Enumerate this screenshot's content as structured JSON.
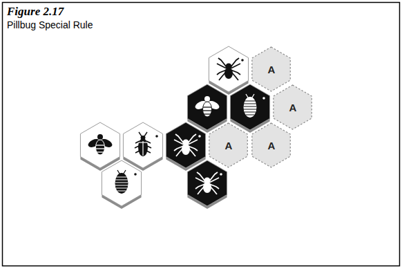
{
  "diagram": {
    "title": "Figure 2.17",
    "caption": "Pillbug Special Rule",
    "nodes": [
      {
        "text": [
          "A"
        ]
      },
      {
        "text": [
          "A"
        ]
      },
      {
        "text": [
          "A"
        ]
      },
      {
        "text": [
          "A"
        ]
      }
    ]
  }
}
